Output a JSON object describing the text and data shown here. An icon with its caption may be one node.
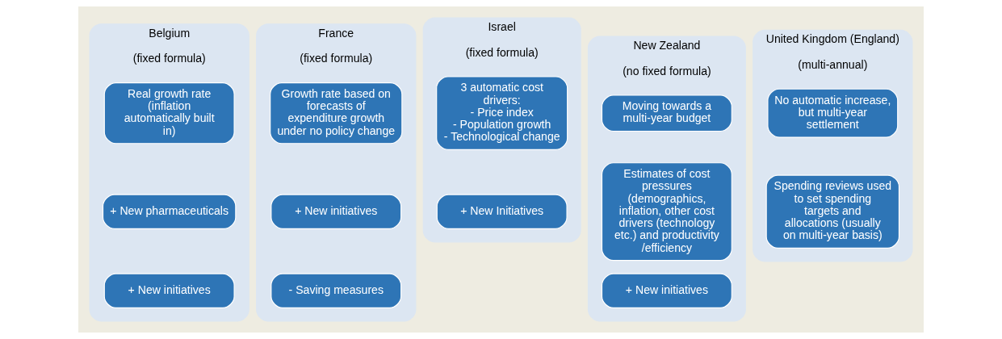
{
  "diagram": {
    "nodes": [
      {
        "text": [
          "Belgium",
          "(fixed formula)"
        ]
      },
      {
        "text": [
          "Real growth rate (inflation automatically built in)"
        ],
        "in": 0
      },
      {
        "text": [
          "+ New pharmaceuticals"
        ],
        "in": 0
      },
      {
        "text": [
          "+ New initiatives"
        ],
        "in": 0
      },
      {
        "text": [
          "France",
          "(fixed formula)"
        ]
      },
      {
        "text": [
          "Growth rate based on forecasts of expenditure growth under no policy change"
        ],
        "in": 4
      },
      {
        "text": [
          "+ New initiatives"
        ],
        "in": 4
      },
      {
        "text": [
          "- Saving measures"
        ],
        "in": 4
      },
      {
        "text": [
          "Israel",
          "(fixed formula)"
        ]
      },
      {
        "text": [
          "3 automatic cost drivers:",
          "- Price index",
          "- Population growth",
          "- Technological change"
        ],
        "in": 8
      },
      {
        "text": [
          "+ New Initiatives"
        ],
        "in": 8
      },
      {
        "text": [
          "New Zealand",
          "(no fixed formula)"
        ]
      },
      {
        "text": [
          "Moving towards a multi-year budget"
        ],
        "in": 11
      },
      {
        "text": [
          "Estimates of cost pressures (demographics, inflation, other cost drivers (technology etc.) and productivity/efficiency"
        ],
        "in": 11
      },
      {
        "text": [
          "+ New initiatives"
        ],
        "in": 11
      },
      {
        "text": [
          "United Kingdom (England)",
          "(multi-annual)"
        ]
      },
      {
        "text": [
          "No automatic increase, but multi-year settlement"
        ],
        "in": 15
      },
      {
        "text": [
          "Spending reviews used to set spending targets and allocations (usually on multi-year basis)"
        ],
        "in": 15
      }
    ]
  }
}
